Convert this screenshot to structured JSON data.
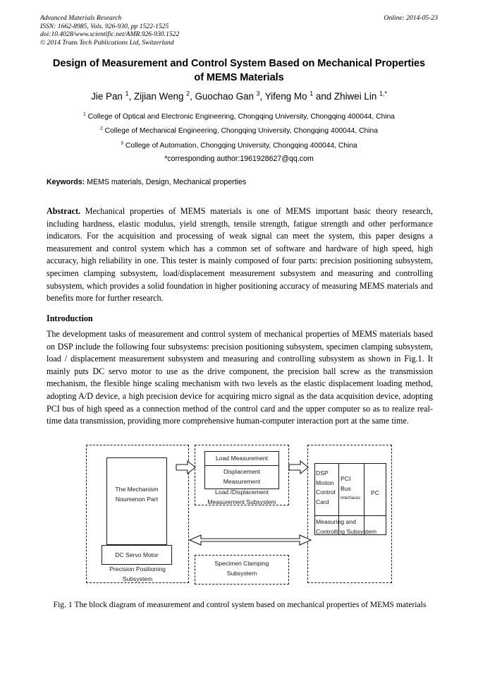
{
  "masthead": {
    "journal": "Advanced Materials Research",
    "online": "Online: 2014-05-23",
    "issn_line": "ISSN: 1662-8985, Vols. 926-930, pp 1522-1525",
    "doi_line": "doi:10.4028/www.scientific.net/AMR.926-930.1522",
    "copyright_line": "© 2014 Trans Tech Publications Ltd, Switzerland"
  },
  "title": "Design of Measurement and Control System Based on Mechanical Properties of MEMS Materials",
  "authors": {
    "a1_name": "Jie Pan ",
    "a1_sup": "1",
    "sep1": ", ",
    "a2_name": "Zijian Weng ",
    "a2_sup": "2",
    "sep2": ", ",
    "a3_name": "Guochao Gan ",
    "a3_sup": "3",
    "sep3": ", ",
    "a4_name": "Yifeng Mo ",
    "a4_sup": "1",
    "sep4": " and ",
    "a5_name": "Zhiwei Lin ",
    "a5_sup": "1,*"
  },
  "affiliations": [
    {
      "sup": "1",
      "text": " College of Optical and Electronic Engineering, Chongqing University, Chongqing 400044, China"
    },
    {
      "sup": "2",
      "text": " College of Mechanical Engineering, Chongqing University, Chongqing 400044, China"
    },
    {
      "sup": "3",
      "text": " College of Automation, Chongqing University, Chongqing 400044, China"
    }
  ],
  "corresponding": "*corresponding author:1961928627@qq.com",
  "keywords": {
    "label": "Keywords:",
    "value": " MEMS materials, Design, Mechanical properties"
  },
  "abstract": {
    "label": "Abstract.",
    "body": " Mechanical properties of MEMS materials is one of MEMS important basic theory research, including hardness, elastic modulus, yield strength, tensile strength, fatigue strength and other performance indicators. For the acquisition and processing of weak signal can meet the system, this paper designs a measurement and control system which has a common set of software and hardware of high speed, high accuracy, high reliability in one. This tester is mainly composed of four parts: precision positioning subsystem, specimen clamping subsystem, load/displacement measurement subsystem and measuring and controlling subsystem, which provides a solid foundation in higher positioning accuracy of measuring MEMS materials and benefits more for further research."
  },
  "introduction": {
    "heading": "Introduction",
    "body": "The development tasks of measurement and control system of mechanical properties of MEMS materials based on DSP include the following four subsystems: precision positioning subsystem, specimen clamping subsystem, load / displacement measurement subsystem and measuring and controlling subsystem as shown in Fig.1. It mainly puts DC servo motor to use as the drive component, the precision ball screw as the transmission mechanism, the flexible hinge scaling mechanism with two levels as the elastic displacement loading method, adopting A/D device, a high precision device for acquiring micro signal as the data acquisition device, adopting PCI bus of high speed as a connection method of the control card and the upper computer so as to realize real-time data transmission, providing more comprehensive human-computer interaction port at the same time."
  },
  "figure": {
    "mechanism": "The Mechanism\nNoumenon Part",
    "servo_motor": "DC Servo Motor",
    "precision_subsystem": "Precision Positioning\nSubsystem",
    "load_measurement": "Load Measurement",
    "displacement_measurement": "Displacement\nMeasurement",
    "loaddisp_subsystem": "Load /Displacement\nMeasurement Subsystem",
    "specimen_subsystem": "Specimen Clamping\nSubsystem",
    "dsp_card": "DSP\nMotion\nControl\nCard",
    "pci_bus": "PCI\nBus",
    "pci_interfaces": "Interfaces",
    "pc": "PC",
    "mcs_subsystem": "Measuring and\nControlling Subsystem",
    "line_color": "#1a1a1a"
  },
  "caption": "Fig. 1 The block diagram of measurement and control system based on mechanical properties of MEMS materials"
}
